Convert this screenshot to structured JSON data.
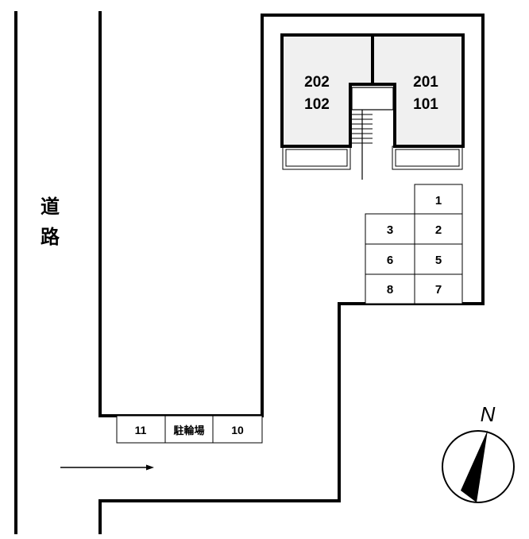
{
  "road": {
    "label_1": "道",
    "label_2": "路"
  },
  "building": {
    "left_unit_upper": "202",
    "left_unit_lower": "102",
    "right_unit_upper": "201",
    "right_unit_lower": "101"
  },
  "parking": {
    "spaces": [
      "1",
      "2",
      "3",
      "5",
      "6",
      "7",
      "8"
    ]
  },
  "bicycle_area": {
    "left_space": "11",
    "label": "駐輪場",
    "right_space": "10"
  },
  "compass": {
    "label": "N"
  },
  "colors": {
    "line": "#000000",
    "building_fill": "#f0f0f0",
    "background": "#ffffff"
  }
}
